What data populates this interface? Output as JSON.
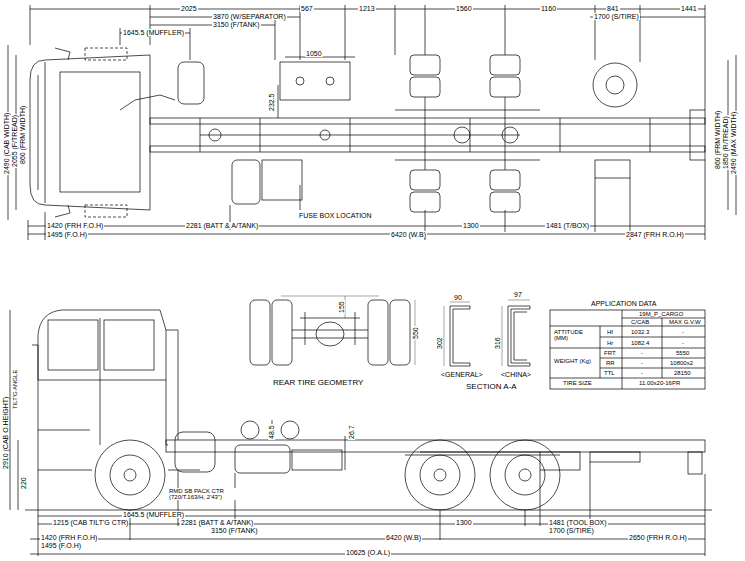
{
  "diagram": {
    "labels": [
      "2025",
      "3870 (W/SEPARATOR)",
      "3150 (F/TANK)",
      "1645.5 (MUFFLER)",
      "567",
      "1213",
      "1560",
      "1160",
      "841",
      "1700 (S/TIRE)",
      "1441",
      "1050",
      "232.5",
      "FUSE BOX LOCATION",
      "1420 (FRH F.O.H)",
      "1495 (F.O.H)",
      "2281 (BATT & A/TANK)",
      "6420 (W.B)",
      "1300",
      "1481 (T/BOX)",
      "2847 (FRH R.O.H)",
      "2490 (CAB WIDTH)",
      "2055 (F/TREAD)",
      "860 (FRM WIDTH)",
      "860 (FRM WIDTH)",
      "1850 (R/TREAD)",
      "2490 (MAX WIDTH)",
      "155",
      "550",
      "REAR TIRE GEOMETRY",
      "90",
      "302",
      "<GENERAL>",
      "97",
      "316",
      "<CHINA>",
      "SECTION A-A",
      "APPLICATION DATA",
      "19M_P_CARGO",
      "C/CAB",
      "MAX G.V.W",
      "ATTITUDE (MM)",
      "Hf",
      "1032.3",
      "-",
      "Hr",
      "1082.4",
      "-",
      "WEIGHT (Kg)",
      "FRT",
      "-",
      "5550",
      "RR",
      "-",
      "10800x2",
      "TTL",
      "-",
      "28150",
      "TIRE SIZE",
      "11.00x20-16PR",
      "2910 (CAB O.HEIGHT)",
      "TILT'G ANGLE",
      "220",
      "RMD SB PACK CTR (720/T.163/H, 2'43\")",
      "48.5",
      "26.7",
      "1215 (CAB TILT'G CTR)",
      "1645.5 (MUFFLER)",
      "2281 (BATT & A/TANK)",
      "3150 (F/TANK)",
      "6420 (W.B)",
      "1300",
      "1481 (TOOL BOX)",
      "1700 (S/TIRE)",
      "1420 (FRH F.O.H)",
      "1495 (F.O.H)",
      "2650 (FRH R.O.H)",
      "10625 (O.A.L)"
    ]
  }
}
